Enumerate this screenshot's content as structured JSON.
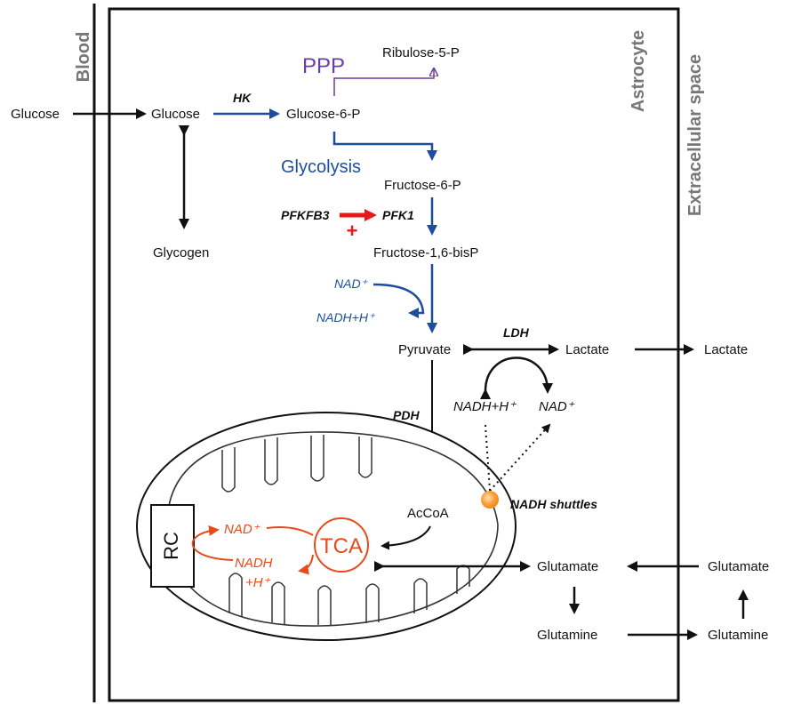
{
  "labels": {
    "blood": "Blood",
    "astrocyte": "Astrocyte",
    "extracellular": "Extracellular space",
    "glucose_out": "Glucose",
    "glucose_in": "Glucose",
    "hk": "HK",
    "glucose6p": "Glucose-6-P",
    "ppp": "PPP",
    "ribulose5p": "Ribulose-5-P",
    "glycolysis": "Glycolysis",
    "fructose6p": "Fructose-6-P",
    "pfkfb3": "PFKFB3",
    "pfk1": "PFK1",
    "plus": "+",
    "glycogen": "Glycogen",
    "fructose16bisp": "Fructose-1,6-bisP",
    "nad_blue": "NAD⁺",
    "nadh_blue": "NADH+H⁺",
    "pyruvate": "Pyruvate",
    "ldh": "LDH",
    "lactate_in": "Lactate",
    "lactate_out": "Lactate",
    "nadh_ldh": "NADH+H⁺",
    "nad_ldh": "NAD⁺",
    "pdh": "PDH",
    "nadh_shuttles": "NADH shuttles",
    "accoa": "AcCoA",
    "tca": "TCA",
    "rc": "RC",
    "nad_orange": "NAD⁺",
    "nadh_orange": "NADH",
    "h_orange": "+H⁺",
    "glutamate_in": "Glutamate",
    "glutamate_out": "Glutamate",
    "glutamine_in": "Glutamine",
    "glutamine_out": "Glutamine"
  },
  "colors": {
    "black": "#111111",
    "blue": "#1d4e9e",
    "purple": "#6a3fa0",
    "red": "#e8191a",
    "orange": "#e84a1a",
    "gray_text": "#777777"
  }
}
